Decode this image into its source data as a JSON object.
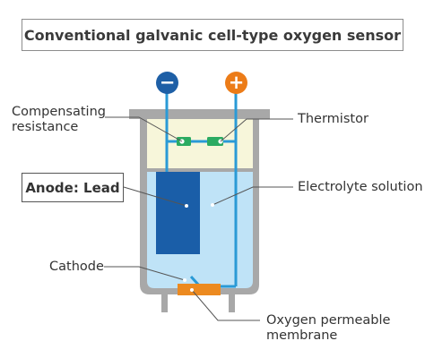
{
  "title": "Conventional galvanic cell-type oxygen sensor",
  "terminals": {
    "negative": "−",
    "positive": "+"
  },
  "labels": {
    "compensating_line1": "Compensating",
    "compensating_line2": "resistance",
    "thermistor": "Thermistor",
    "anode": "Anode: Lead",
    "electrolyte": "Electrolyte solution",
    "cathode": "Cathode",
    "membrane_line1": "Oxygen permeable",
    "membrane_line2": "membrane"
  },
  "colors": {
    "negative_terminal": "#1e5fa6",
    "positive_terminal": "#ec7c18",
    "wire": "#2a9ad6",
    "anode": "#1a5ea8",
    "electrolyte": "#bfe3f7",
    "compensation_layer": "#f7f6da",
    "housing": "#a8a8a8",
    "component_green": "#2bab62",
    "membrane": "#ec8a20"
  }
}
